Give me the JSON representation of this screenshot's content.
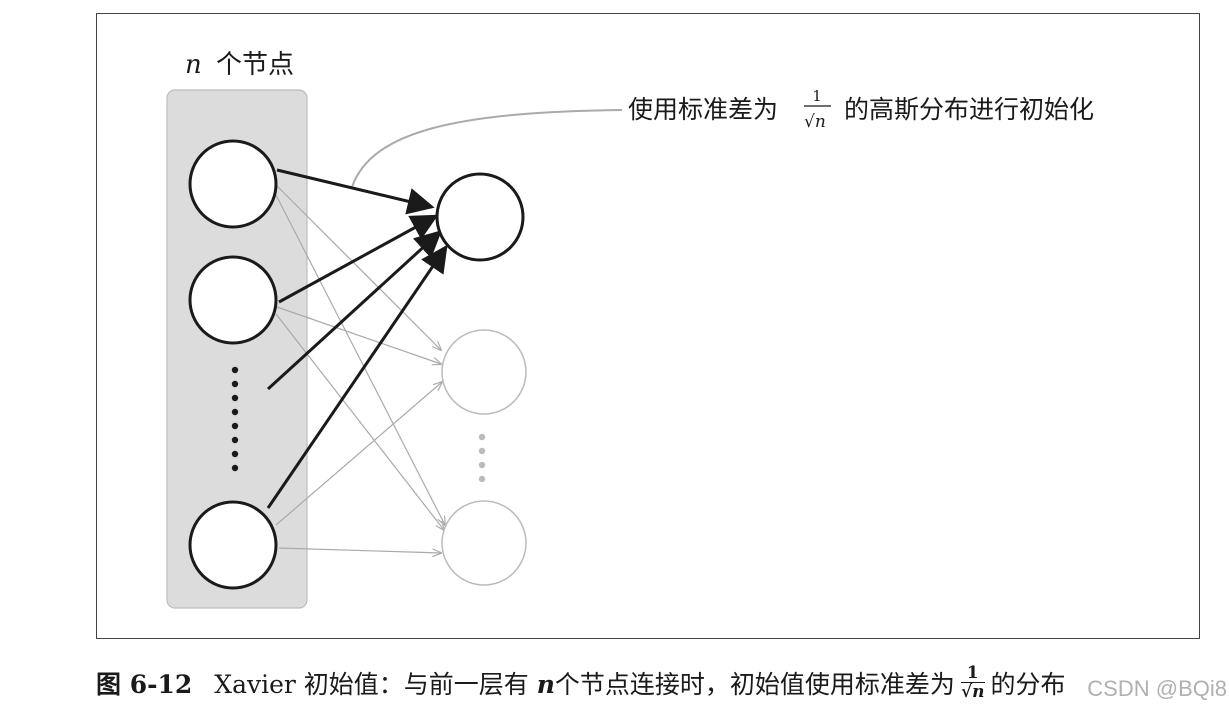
{
  "diagram": {
    "layer_label_var": "n",
    "layer_label_text": "个节点",
    "annotation_text_before": "使用标准差为",
    "annotation_frac_num": "1",
    "annotation_frac_den_root": "√",
    "annotation_frac_den_var": "n",
    "annotation_text_after": "的高斯分布进行初始化",
    "colors": {
      "layer_box": "#dcdcdc",
      "strong_edge": "#1a1a1a",
      "faint_edge": "#aaaaaa",
      "faint_node": "#bbbbbb"
    }
  },
  "caption": {
    "figure_number": "图 6-12",
    "text_part1": "Xavier 初始值：与前一层有",
    "var": "n",
    "text_part2": "个节点连接时，初始值使用标准差为",
    "frac_num": "1",
    "frac_den_root": "√",
    "frac_den_var": "n",
    "text_part3": "的分布"
  },
  "watermark": "CSDN @BQi8"
}
